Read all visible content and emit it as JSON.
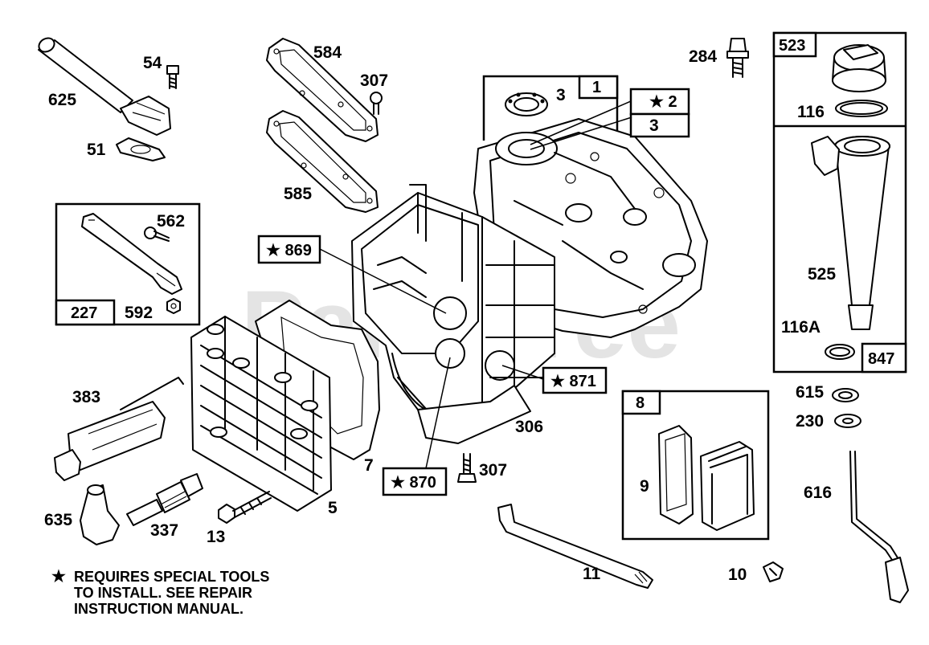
{
  "watermark": "PartsTree",
  "star_symbol": "★",
  "labels": {
    "p625": "625",
    "p54": "54",
    "p51": "51",
    "p584": "584",
    "p307a": "307",
    "p585": "585",
    "p284": "284",
    "p3a": "3",
    "p3b": "3",
    "p562": "562",
    "p592": "592",
    "p383": "383",
    "p635": "635",
    "p337": "337",
    "p13": "13",
    "p5": "5",
    "p7": "7",
    "p306": "306",
    "p307b": "307",
    "p11": "11",
    "p10": "10",
    "p9": "9",
    "p615": "615",
    "p230": "230",
    "p616": "616",
    "p116": "116",
    "p525": "525",
    "p116A": "116A"
  },
  "boxes": {
    "b1": "1",
    "b2": "★ 2",
    "b869": "★ 869",
    "b871": "★ 871",
    "b870": "★ 870",
    "b227": "227",
    "b8": "8",
    "b523": "523",
    "b847": "847"
  },
  "note": {
    "line1": "REQUIRES SPECIAL TOOLS",
    "line2": "TO INSTALL.  SEE REPAIR",
    "line3": "INSTRUCTION MANUAL."
  }
}
